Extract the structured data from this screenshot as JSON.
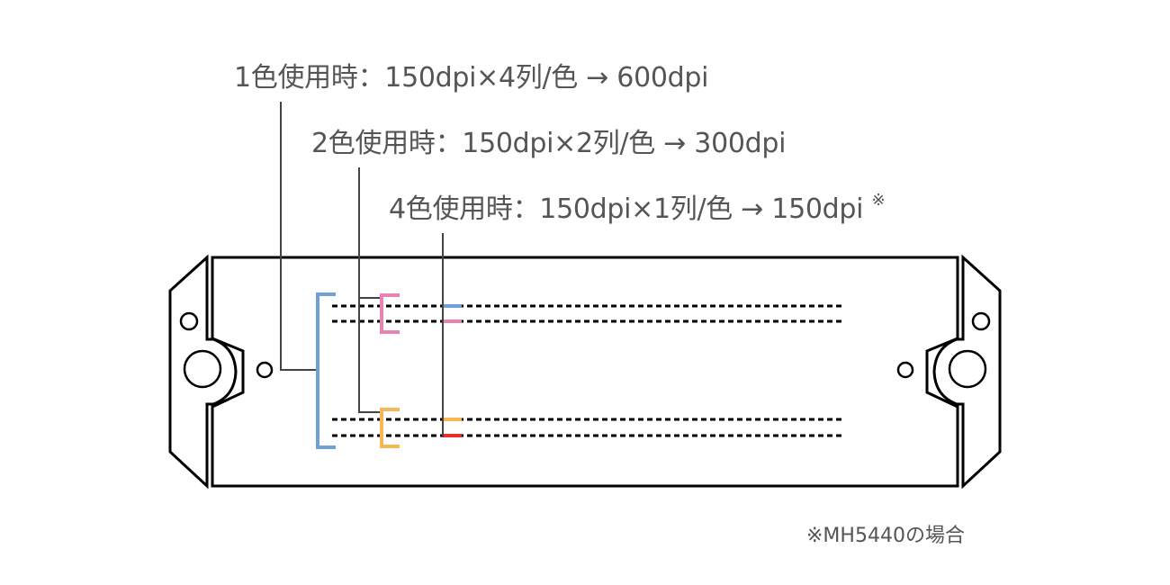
{
  "labels": [
    {
      "text": "1色使用時：150dpi×4列/色 → 600dpi",
      "note": ""
    },
    {
      "text": "2色使用時：150dpi×2列/色 → 300dpi",
      "note": ""
    },
    {
      "text": "4色使用時：150dpi×1列/色 → 150dpi",
      "note": "※"
    }
  ],
  "footnote": "※MH5440の場合",
  "colors": {
    "text": "#555555",
    "leader": "#444444",
    "outline": "#000000",
    "blue": "#6fa0d6",
    "pink": "#e783b5",
    "orange": "#f7b756",
    "red": "#e4312c"
  }
}
